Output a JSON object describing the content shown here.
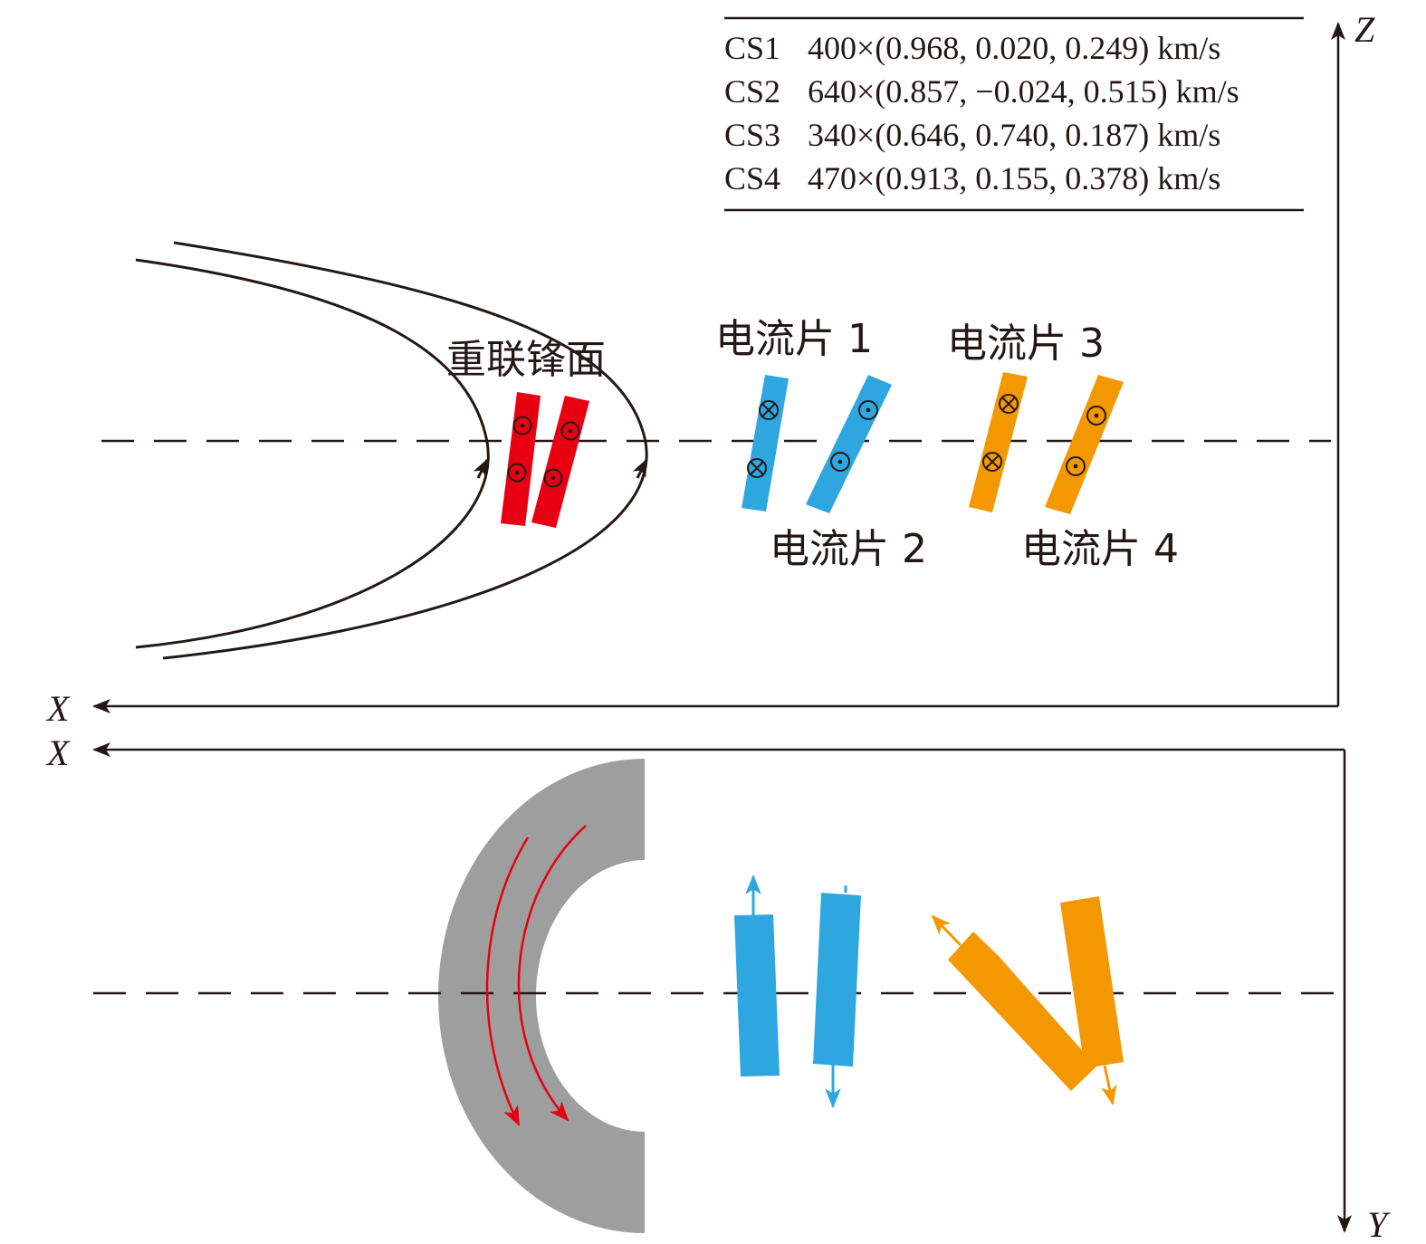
{
  "table": {
    "rows": [
      {
        "name": "CS1",
        "value": "400×(0.968,  0.020, 0.249) km/s"
      },
      {
        "name": "CS2",
        "value": "640×(0.857, −0.024, 0.515) km/s"
      },
      {
        "name": "CS3",
        "value": "340×(0.646,  0.740, 0.187) km/s"
      },
      {
        "name": "CS4",
        "value": "470×(0.913,  0.155, 0.378) km/s"
      }
    ]
  },
  "axes": {
    "top_x": "X",
    "top_z": "Z",
    "bottom_x": "X",
    "bottom_y": "Y"
  },
  "labels": {
    "front": "重联锋面",
    "cs1": "电流片 1",
    "cs2": "电流片 2",
    "cs3": "电流片 3",
    "cs4": "电流片 4"
  },
  "colors": {
    "ink": "#231815",
    "front_red": "#e60012",
    "cs_blue": "#2ea7e0",
    "cs_orange": "#f39800",
    "band_gray": "#9e9e9f"
  },
  "icons": {
    "current_out": "dot-circle-icon",
    "current_in": "cross-circle-icon"
  }
}
